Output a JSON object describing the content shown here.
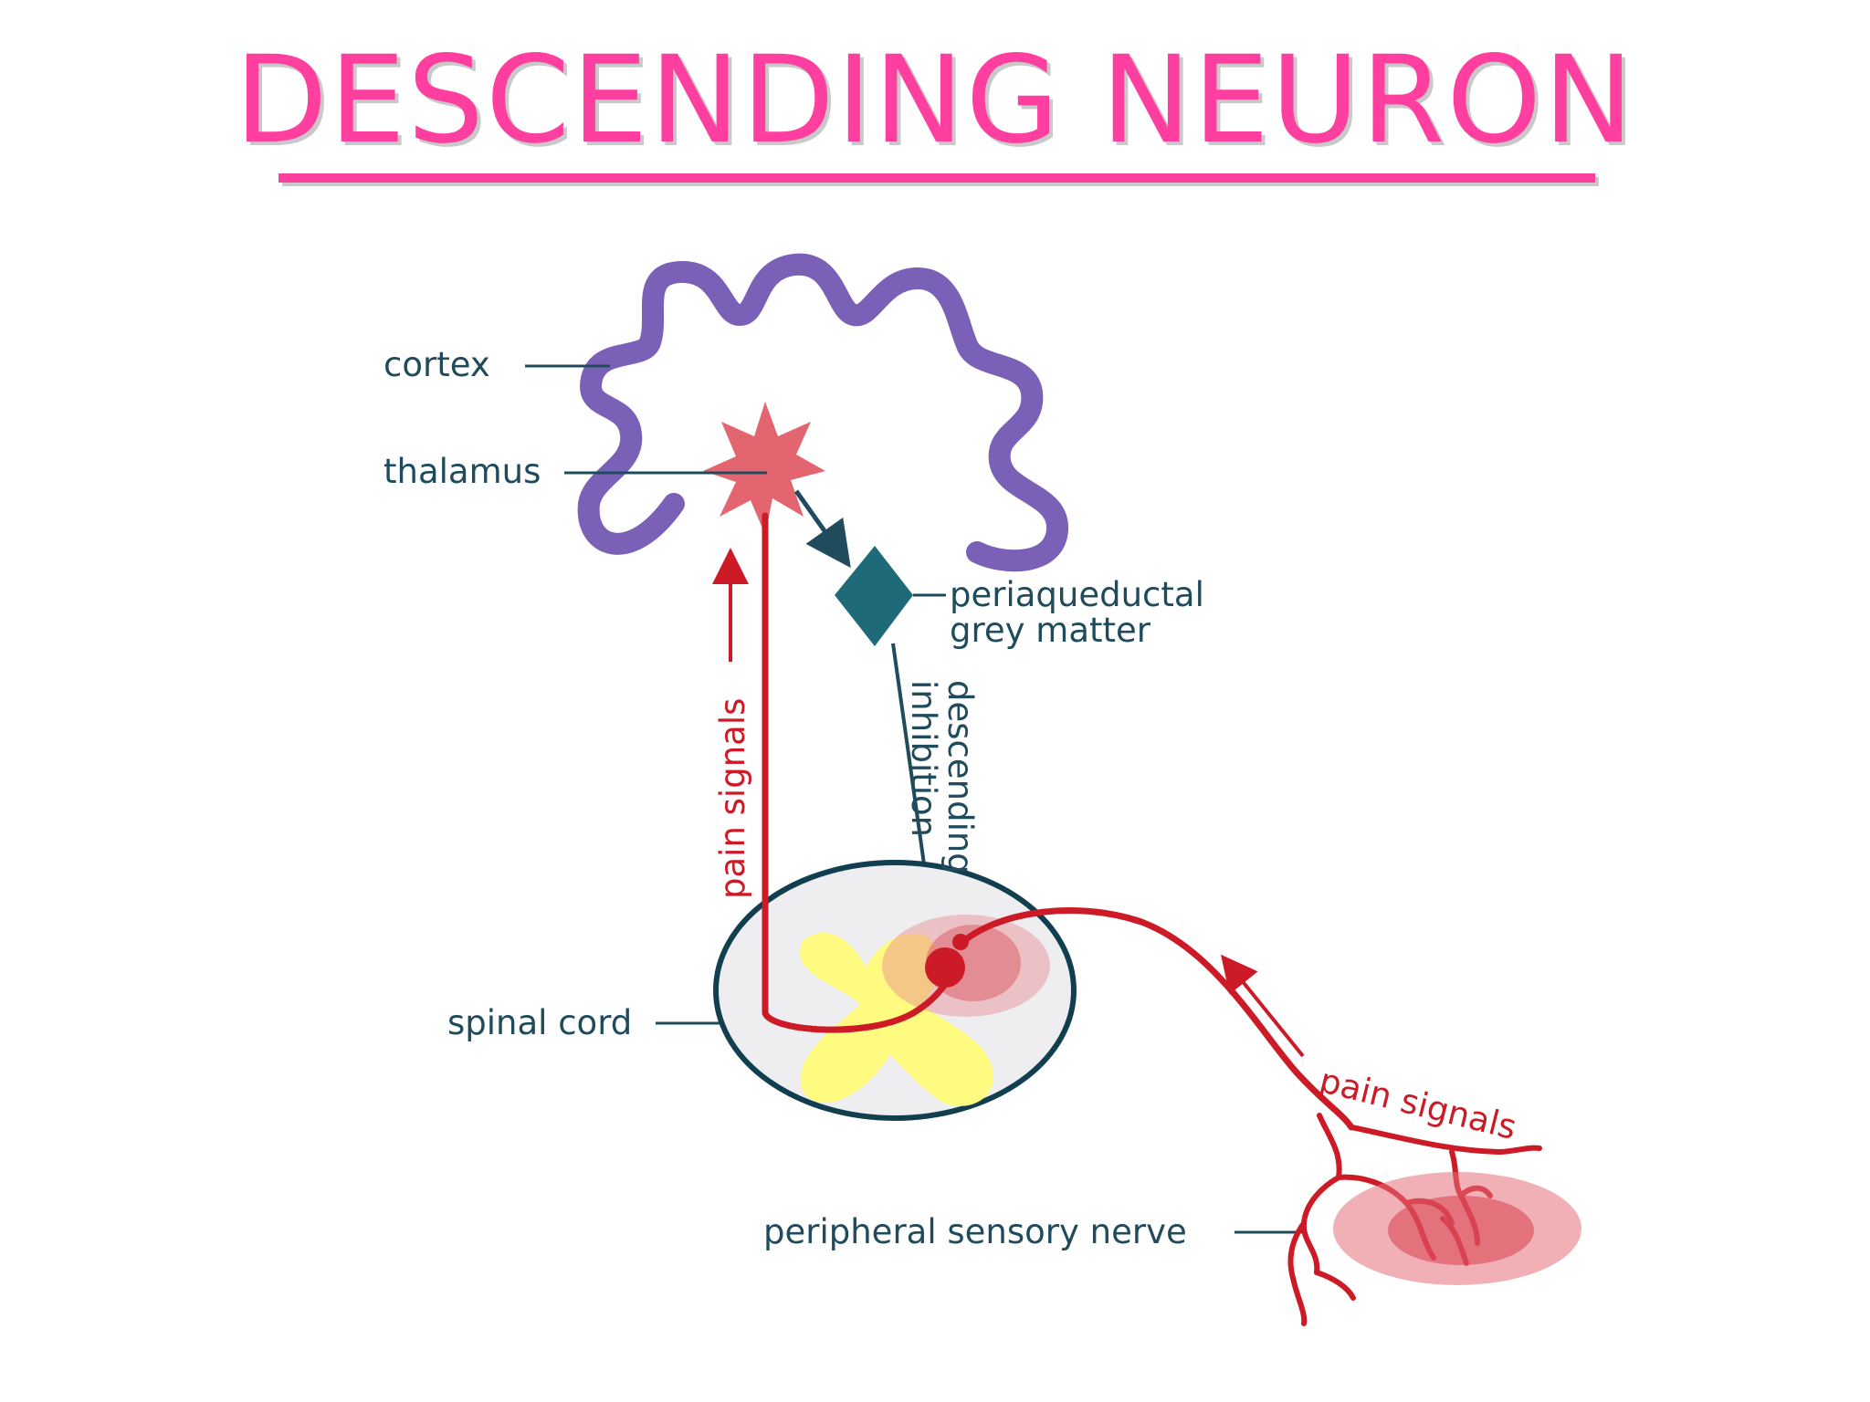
{
  "title": "DESCENDING NEURON",
  "labels": {
    "cortex": "cortex",
    "thalamus": "thalamus",
    "pag_line1": "periaqueductal",
    "pag_line2": "grey matter",
    "descending_line1": "descending",
    "descending_line2": "inhibition",
    "pain_signals_vertical": "pain signals",
    "spinal_cord": "spinal cord",
    "pain_signals_diagonal": "pain signals",
    "peripheral_nerve": "peripheral sensory nerve"
  },
  "colors": {
    "title": "#ff3f9f",
    "cortex": "#7a60b6",
    "thalamus": "#e2656f",
    "pag": "#1e6a78",
    "nerve": "#cc1a26",
    "label": "#1f4b5c",
    "cord_outline": "#123f50",
    "cord_fill": "#eeeef0",
    "grey_matter": "#fffa80"
  }
}
